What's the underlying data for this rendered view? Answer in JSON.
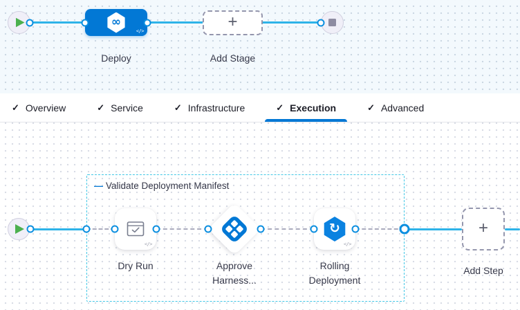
{
  "colors": {
    "primary_blue": "#0278d5",
    "connector_cyan": "#2eb3e8",
    "port_blue": "#0c8fe0",
    "group_border_cyan": "#3fc6e6",
    "dashed_gray": "#a9aabc",
    "play_green": "#4cb04e",
    "stop_gray": "#8e8ca2",
    "text_dark": "#37394a"
  },
  "stage_flow": {
    "stage": {
      "label": "Deploy"
    },
    "add_stage": {
      "label": "Add Stage"
    },
    "plus": "+",
    "harness_glyph": "∞",
    "code_icon": "</>"
  },
  "tab_bar": {
    "check": "✓",
    "tabs": [
      {
        "label": "Overview",
        "active": false
      },
      {
        "label": "Service",
        "active": false
      },
      {
        "label": "Infrastructure",
        "active": false
      },
      {
        "label": "Execution",
        "active": true
      },
      {
        "label": "Advanced",
        "active": false
      }
    ]
  },
  "execution_flow": {
    "group": {
      "dash": "—",
      "label": "Validate Deployment Manifest"
    },
    "steps": [
      {
        "label": "Dry Run"
      },
      {
        "label": "Approve Harness..."
      },
      {
        "label": "Rolling Deployment"
      }
    ],
    "add_step": {
      "label": "Add Step"
    },
    "plus": "+",
    "code_icon": "</>",
    "rolling_glyph": "↻"
  }
}
